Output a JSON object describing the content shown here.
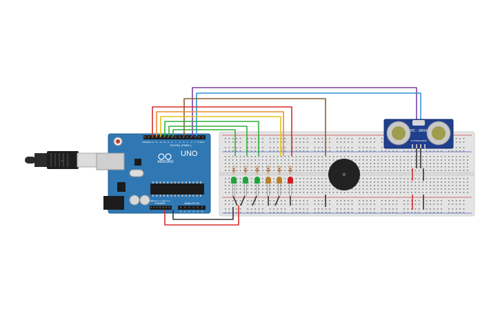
{
  "arduino": {
    "logo_text": "ARDUINO",
    "model_text": "UNO",
    "digital_label": "DIGITAL (PWM~)",
    "power_label": "POWER",
    "analog_label": "ANALOG IN",
    "board_color": "#2f78b4",
    "top_pins": [
      "AREF",
      "GND",
      "13",
      "12",
      "~11",
      "~10",
      "~9",
      "8",
      "7",
      "~6",
      "~5",
      "4",
      "~3",
      "2",
      "TX 1",
      "RX 0"
    ],
    "power_pins": [
      "IOREF",
      "RESET",
      "3.3V",
      "5V",
      "GND",
      "GND",
      "Vin"
    ],
    "analog_pins": [
      "A0",
      "A1",
      "A2",
      "A3",
      "A4",
      "A5"
    ]
  },
  "sensor": {
    "model_text": "HC - SR04",
    "pins": [
      "VCC",
      "TRIG",
      "ECHO",
      "GND"
    ],
    "board_color": "#1f3f8f"
  },
  "leds": [
    {
      "color": "#1fa33b",
      "name": "green"
    },
    {
      "color": "#1fa33b",
      "name": "green"
    },
    {
      "color": "#1fa33b",
      "name": "green"
    },
    {
      "color": "#b9802a",
      "name": "amber"
    },
    {
      "color": "#b9802a",
      "name": "amber"
    },
    {
      "color": "#d01c1c",
      "name": "red"
    }
  ],
  "wire_colors": {
    "red": "#d52b2b",
    "orange": "#e9892c",
    "yellow": "#e3c21b",
    "green": "#2fae3a",
    "brown": "#8a5a2f",
    "blue": "#2f8fd4",
    "purple": "#7b3fa3",
    "black": "#333333"
  },
  "buzzer": {
    "color": "#222222"
  },
  "breadboard": {
    "color": "#e4e4e4"
  },
  "usb_cable": {
    "color": "#2b2b2b"
  }
}
